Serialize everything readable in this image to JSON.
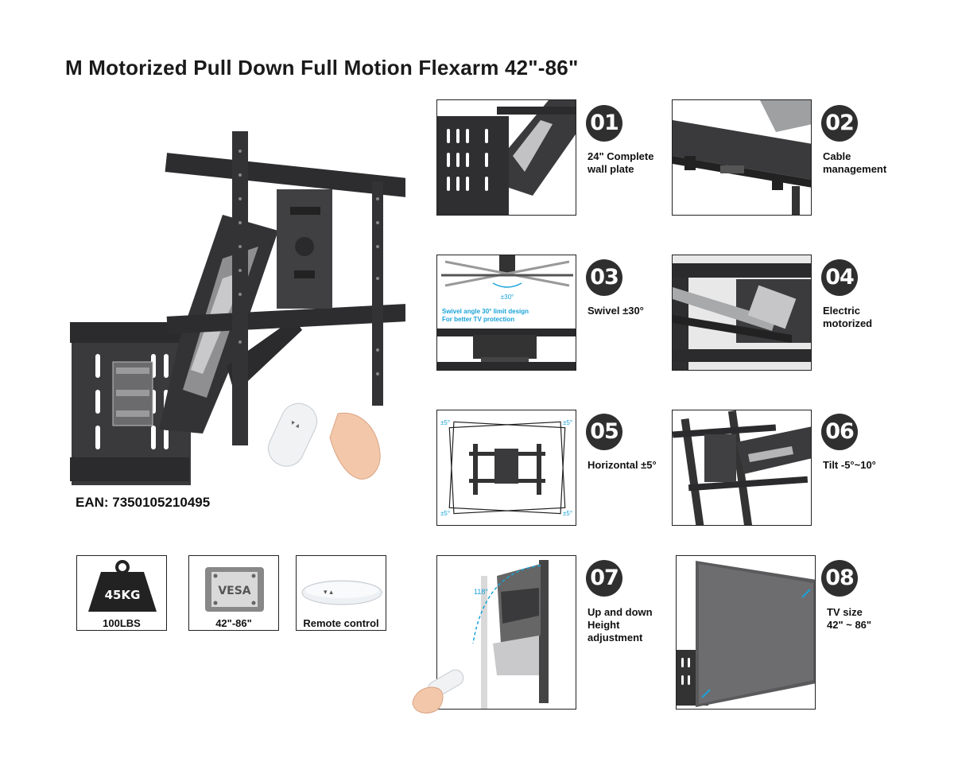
{
  "title": "M Motorized Pull Down Full Motion Flexarm 42\"-86\"",
  "ean": "EAN: 7350105210495",
  "specs": [
    {
      "label": "100LBS",
      "icon": "weight-icon",
      "icon_text": "45KG"
    },
    {
      "label": "42\"-86\"",
      "icon": "vesa-icon",
      "icon_text": "VESA"
    },
    {
      "label": "Remote control",
      "icon": "remote-icon"
    }
  ],
  "features": [
    {
      "num": "01",
      "text": "24\" Complete\nwall plate"
    },
    {
      "num": "02",
      "text": "Cable\nmanagement"
    },
    {
      "num": "03",
      "text": "Swivel ±30°",
      "image_labels": {
        "angle": "±30°",
        "note_line1": "Swivel angle 30° limit design",
        "note_line2": "For better TV protection"
      }
    },
    {
      "num": "04",
      "text": "Electric\nmotorized"
    },
    {
      "num": "05",
      "text": "Horizontal ±5°",
      "image_labels": {
        "corner": "±5°"
      }
    },
    {
      "num": "06",
      "text": "Tilt -5°~10°"
    },
    {
      "num": "07",
      "text": "Up and down\nHeight\nadjustment",
      "image_labels": {
        "angle": "118°"
      }
    },
    {
      "num": "08",
      "text": "TV size\n42\" ~ 86\""
    }
  ],
  "colors": {
    "metal": "#2e2e30",
    "metal_light": "#4a4a4d",
    "accent": "#1aa3d9",
    "badge": "#2f2f2f"
  }
}
